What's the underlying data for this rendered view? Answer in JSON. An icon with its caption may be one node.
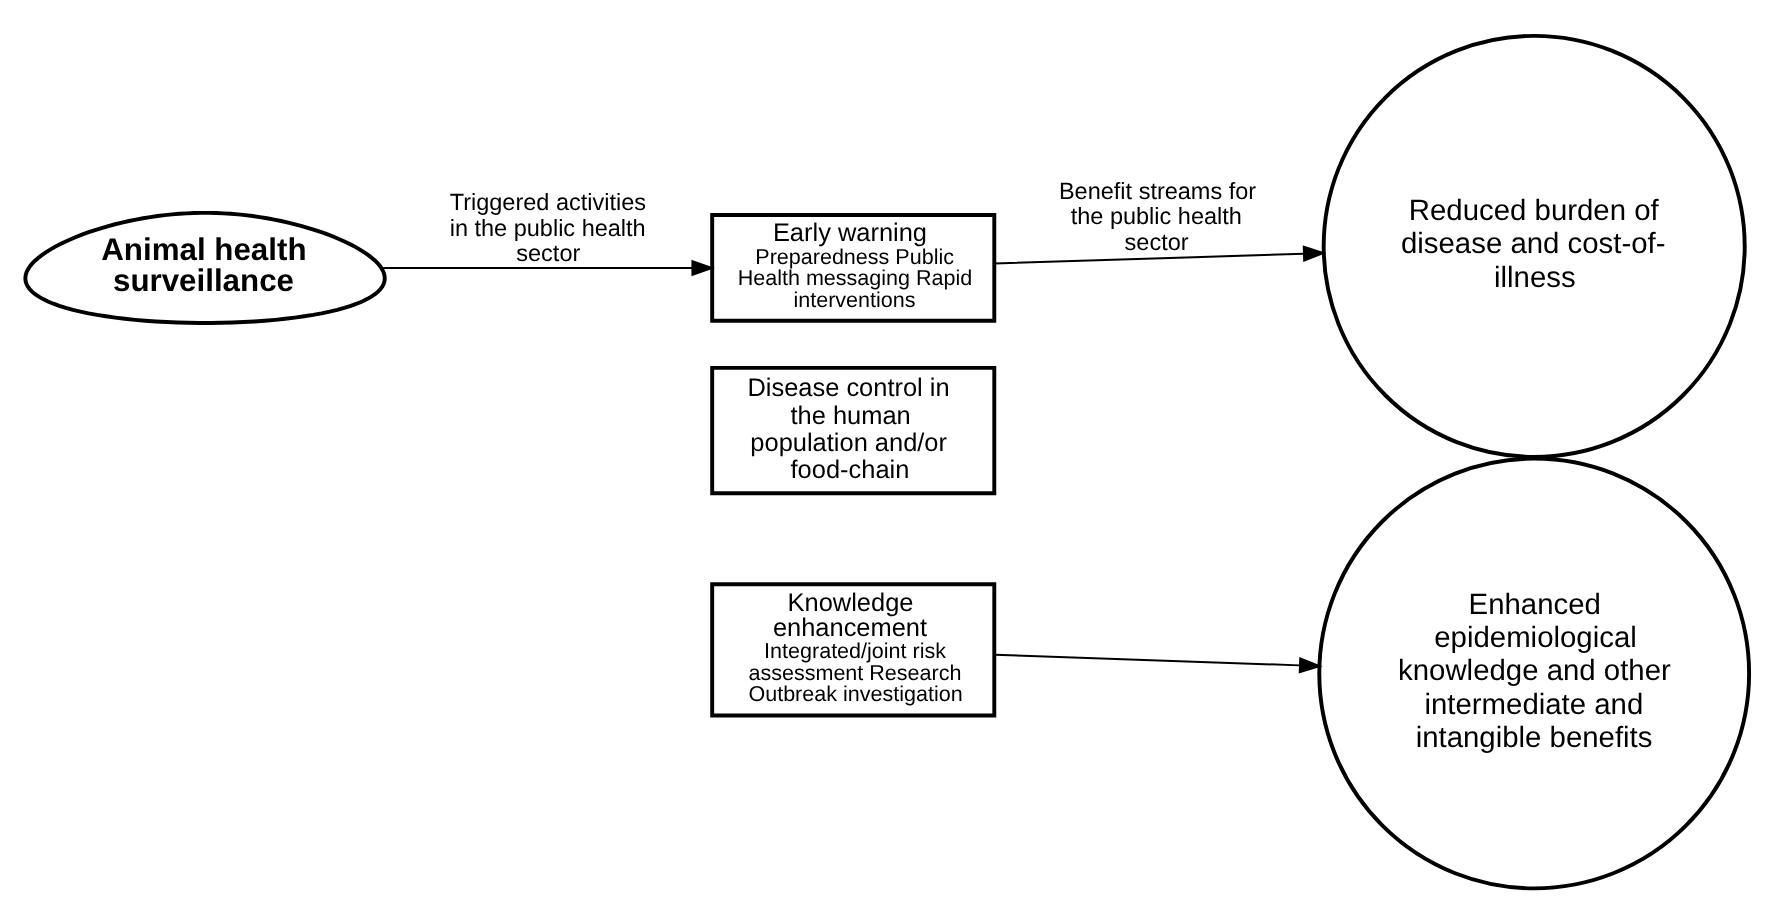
{
  "diagram": {
    "nodes": [
      {
        "text": [
          "Animal health surveillance"
        ]
      },
      {
        "text": [
          "Early warning",
          "Preparedness Public Health messaging Rapid interventions"
        ]
      },
      {
        "text": [
          "Disease control in the human population and/or food-chain"
        ]
      },
      {
        "text": [
          "Knowledge enhancement",
          "Integrated/joint risk assessment Research Outbreak investigation"
        ]
      },
      {
        "text": [
          "Reduced burden of disease and cost-of-illness"
        ]
      },
      {
        "text": [
          "Enhanced epidemiological knowledge and other intermediate and intangible benefits"
        ]
      }
    ],
    "edges": [
      {
        "from": 0,
        "to": 1,
        "arrow": "to",
        "label": "Triggered activities in the public health sector"
      },
      {
        "from": 1,
        "to": 4,
        "arrow": "to",
        "label": "Benefit streams for the public health sector"
      },
      {
        "from": 3,
        "to": 5,
        "arrow": "to"
      }
    ]
  }
}
